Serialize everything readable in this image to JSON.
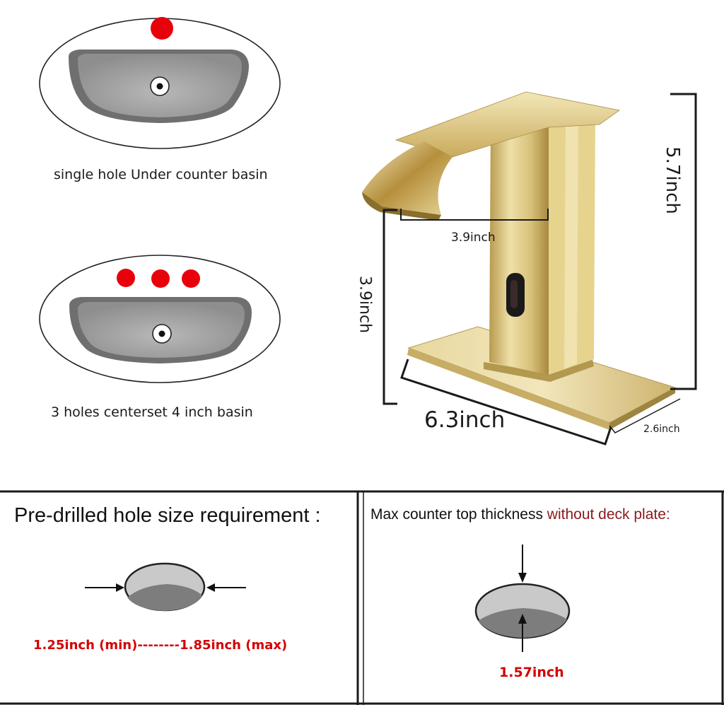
{
  "basins": {
    "single": {
      "caption": "single hole Under counter basin",
      "holes": 1
    },
    "triple": {
      "caption": "3 holes centerset 4 inch basin",
      "holes": 3
    }
  },
  "dimensions": {
    "spout_length": "3.9inch",
    "height": "5.7inch",
    "spout_height": "3.9inch",
    "plate_length": "6.3inch",
    "plate_width": "2.6inch"
  },
  "requirements": {
    "hole_size": {
      "title": "Pre-drilled hole size requirement :",
      "value": "1.25inch (min)--------1.85inch (max)"
    },
    "thickness": {
      "title_plain": "Max counter top thickness ",
      "title_accent": "without deck plate:",
      "value": "1.57inch"
    }
  },
  "colors": {
    "hole_marker": "#e8000b",
    "basin_fill": "#a9a9a9",
    "gold": "#d9c27a",
    "value_red": "#d40000"
  },
  "icons": [
    "sensor-icon",
    "drain-icon",
    "arrow-icon"
  ]
}
